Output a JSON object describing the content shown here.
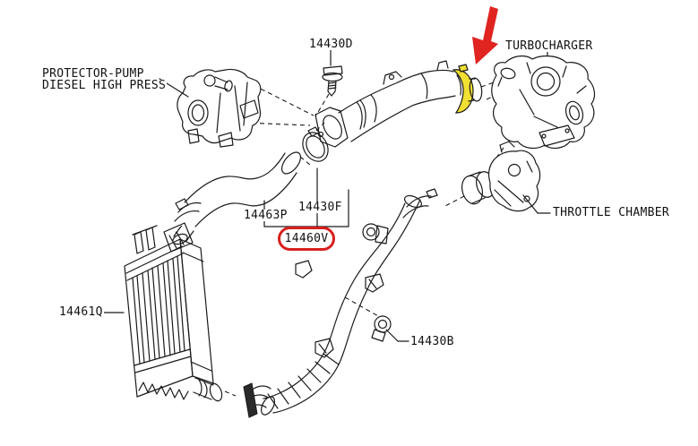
{
  "diagram": {
    "type": "parts-diagram",
    "colors": {
      "arrow_red": "#E02420",
      "ring_red": "#D8201D",
      "highlight_yellow": "#F2DF33",
      "line_ink": "#1a1a1a",
      "background": "#ffffff"
    },
    "callouts": {
      "protector_pump": {
        "label_line1": "PROTECTOR-PUMP",
        "label_line2": "DIESEL HIGH PRESS"
      },
      "turbocharger": {
        "label": "TURBOCHARGER"
      },
      "throttle_chamber": {
        "label": "THROTTLE CHAMBER"
      },
      "part_14430D": {
        "label": "14430D"
      },
      "part_14463P": {
        "label": "14463P"
      },
      "part_14430F": {
        "label": "14430F"
      },
      "part_14460V": {
        "label": "14460V",
        "highlighted": true
      },
      "part_14461Q": {
        "label": "14461Q"
      },
      "part_14430B": {
        "label": "14430B"
      }
    }
  }
}
